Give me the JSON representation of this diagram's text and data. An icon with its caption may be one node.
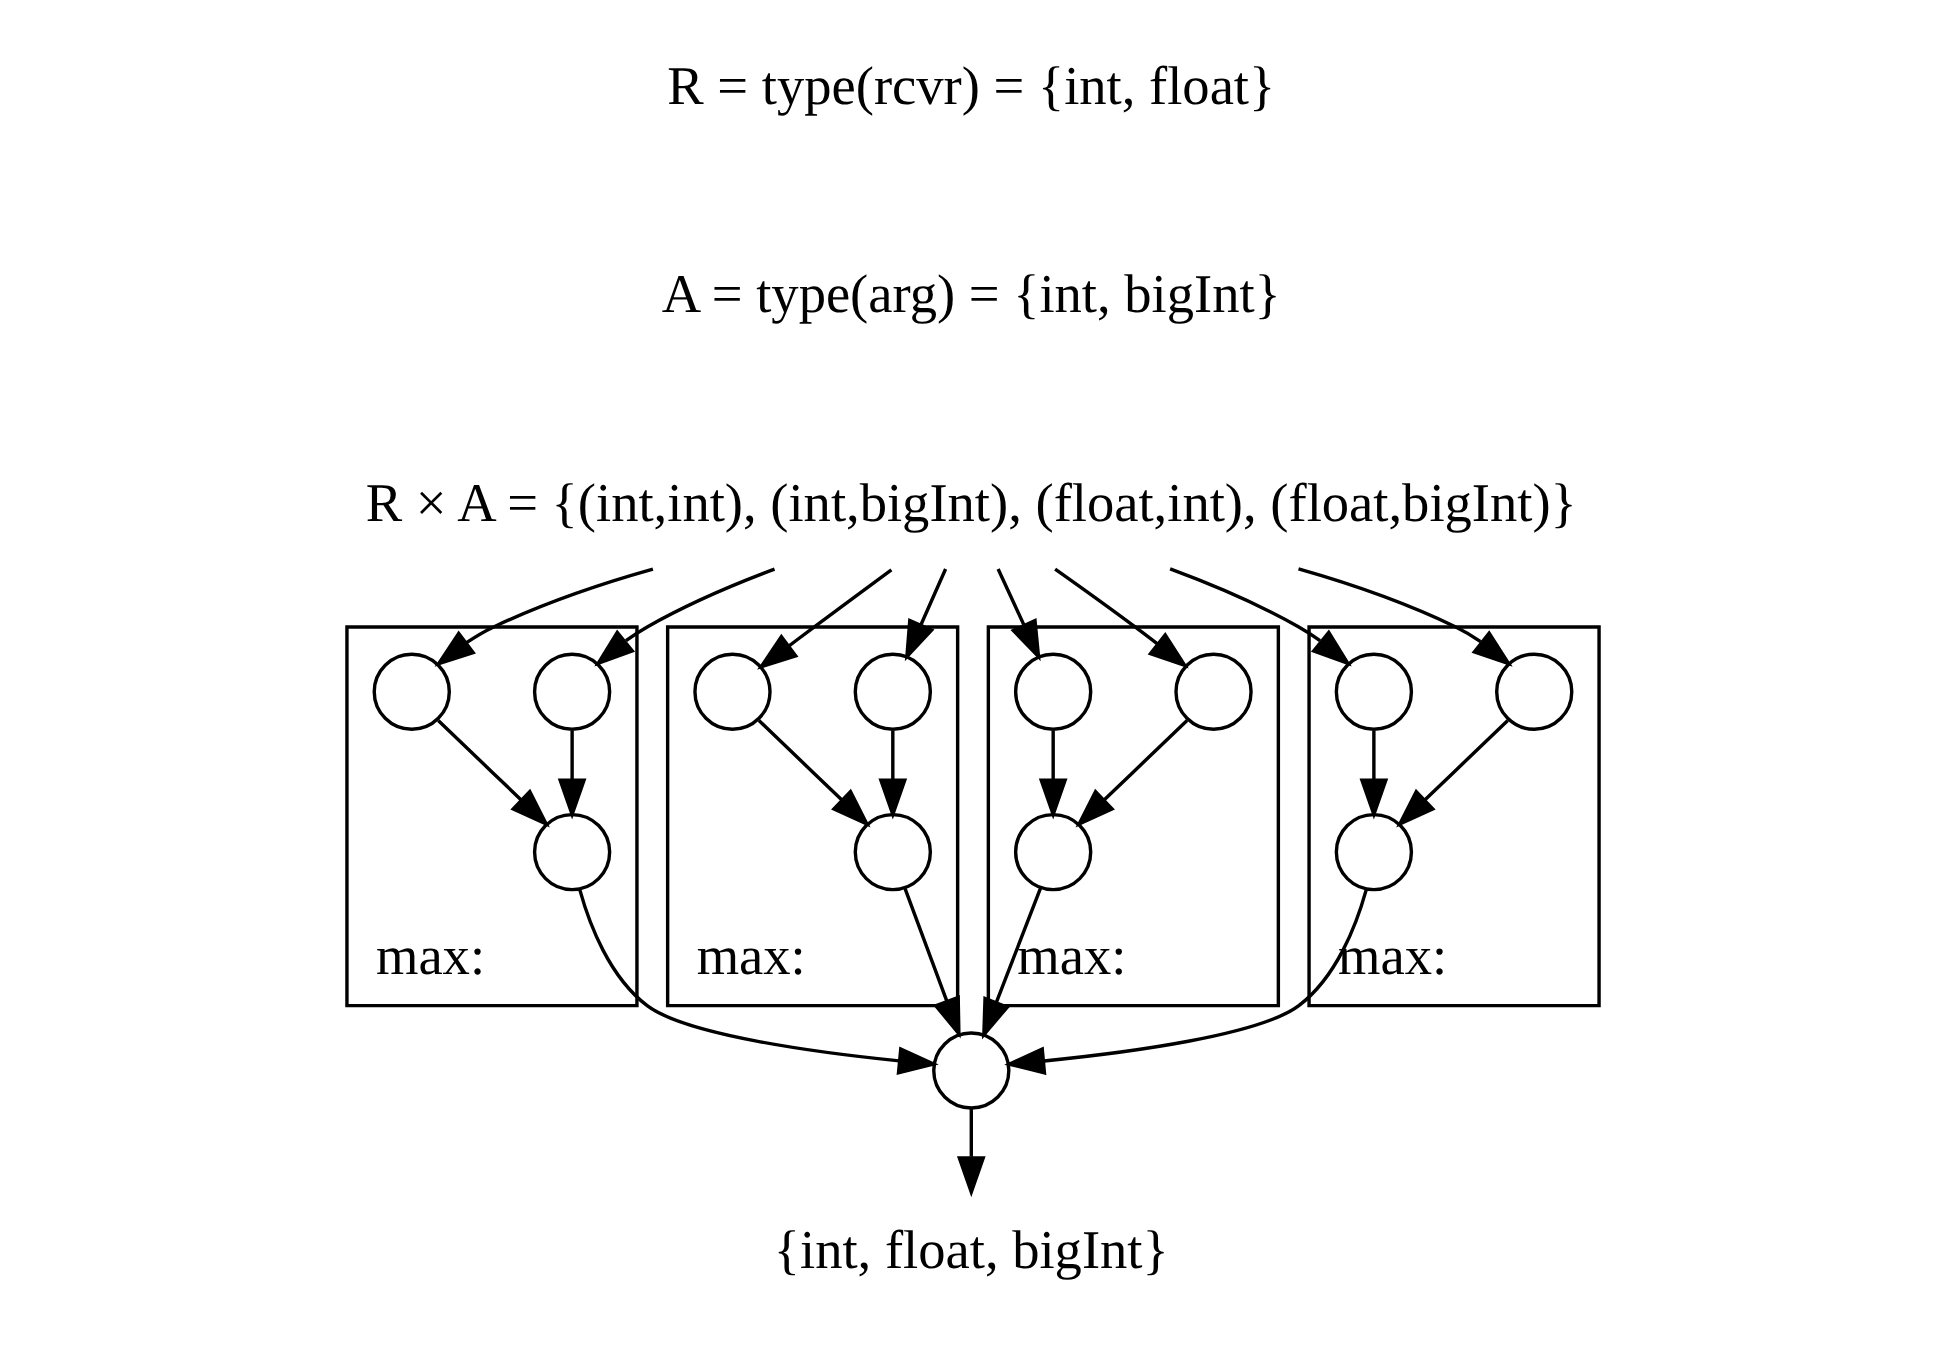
{
  "diagram": {
    "nodes": [
      {
        "text": [
          "R = type(rcvr) = {int, float}"
        ]
      },
      {
        "text": [
          "A = type(arg) = {int, bigInt}"
        ]
      },
      {
        "text": [
          "R × A = {(int,int), (int,bigInt), (float,int), (float,bigInt)}"
        ]
      },
      {
        "text": [],
        "shape": "box",
        "beside": [
          "max:"
        ]
      },
      {
        "text": [],
        "shape": "circle",
        "in": 3
      },
      {
        "text": [],
        "shape": "circle",
        "in": 3
      },
      {
        "text": [],
        "shape": "circle",
        "in": 3
      },
      {
        "text": [],
        "shape": "box",
        "beside": [
          "max:"
        ]
      },
      {
        "text": [],
        "shape": "circle",
        "in": 7
      },
      {
        "text": [],
        "shape": "circle",
        "in": 7
      },
      {
        "text": [],
        "shape": "circle",
        "in": 7
      },
      {
        "text": [],
        "shape": "box",
        "beside": [
          "max:"
        ]
      },
      {
        "text": [],
        "shape": "circle",
        "in": 11
      },
      {
        "text": [],
        "shape": "circle",
        "in": 11
      },
      {
        "text": [],
        "shape": "circle",
        "in": 11
      },
      {
        "text": [],
        "shape": "box",
        "beside": [
          "max:"
        ]
      },
      {
        "text": [],
        "shape": "circle",
        "in": 15
      },
      {
        "text": [],
        "shape": "circle",
        "in": 15
      },
      {
        "text": [],
        "shape": "circle",
        "in": 15
      },
      {
        "text": [],
        "shape": "circle"
      },
      {
        "text": [
          "{int, float, bigInt}"
        ]
      }
    ],
    "edges": [
      {
        "from": 2,
        "to": 4,
        "arrow": "to"
      },
      {
        "from": 2,
        "to": 5,
        "arrow": "to"
      },
      {
        "from": 2,
        "to": 8,
        "arrow": "to"
      },
      {
        "from": 2,
        "to": 9,
        "arrow": "to"
      },
      {
        "from": 2,
        "to": 12,
        "arrow": "to"
      },
      {
        "from": 2,
        "to": 13,
        "arrow": "to"
      },
      {
        "from": 2,
        "to": 16,
        "arrow": "to"
      },
      {
        "from": 2,
        "to": 17,
        "arrow": "to"
      },
      {
        "from": 4,
        "to": 6,
        "arrow": "to"
      },
      {
        "from": 5,
        "to": 6,
        "arrow": "to"
      },
      {
        "from": 8,
        "to": 10,
        "arrow": "to"
      },
      {
        "from": 9,
        "to": 10,
        "arrow": "to"
      },
      {
        "from": 12,
        "to": 14,
        "arrow": "to"
      },
      {
        "from": 13,
        "to": 14,
        "arrow": "to"
      },
      {
        "from": 16,
        "to": 18,
        "arrow": "to"
      },
      {
        "from": 17,
        "to": 18,
        "arrow": "to"
      },
      {
        "from": 6,
        "to": 19,
        "arrow": "to"
      },
      {
        "from": 10,
        "to": 19,
        "arrow": "to"
      },
      {
        "from": 14,
        "to": 19,
        "arrow": "to"
      },
      {
        "from": 18,
        "to": 19,
        "arrow": "to"
      },
      {
        "from": 19,
        "to": 20,
        "arrow": "to"
      }
    ]
  }
}
